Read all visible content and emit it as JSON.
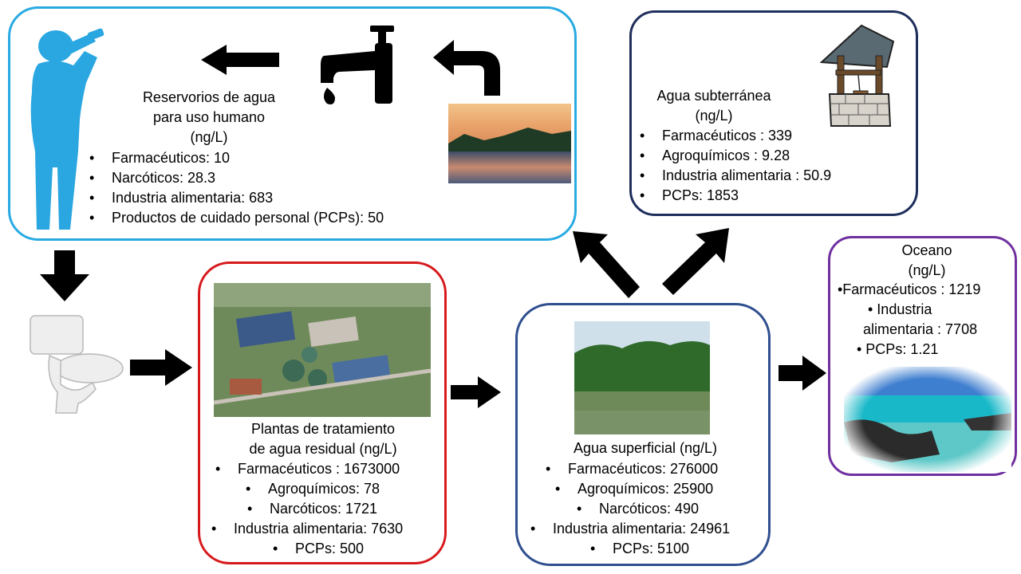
{
  "reservoirs": {
    "title_lines": [
      "Reservorios de agua",
      "para uso humano",
      "(ng/L)"
    ],
    "items": [
      "Farmacéuticos: 10",
      "Narcóticos: 28.3",
      "Industria alimentaria: 683",
      "Productos de cuidado personal (PCPs): 50"
    ]
  },
  "groundwater": {
    "title_lines": [
      "Agua subterránea",
      "(ng/L)"
    ],
    "items": [
      "Farmacéuticos : 339",
      "Agroquímicos  : 9.28",
      "Industria alimentaria : 50.9",
      "PCPs: 1853"
    ]
  },
  "treatment_plants": {
    "title_lines": [
      "Plantas de tratamiento",
      "de agua residual (ng/L)"
    ],
    "items": [
      "Farmacéuticos : 1673000",
      "Agroquímicos:  78",
      "Narcóticos: 1721",
      "Industria alimentaria: 7630",
      "PCPs: 500"
    ]
  },
  "surface_water": {
    "title_lines": [
      "Agua superficial (ng/L)"
    ],
    "items": [
      "Farmacéuticos: 276000",
      "Agroquímicos:  25900",
      "Narcóticos: 490",
      "Industria alimentaria: 24961",
      "PCPs: 5100"
    ]
  },
  "ocean": {
    "title_lines": [
      "Oceano",
      "(ng/L)"
    ],
    "lines": [
      "•Farmacéuticos : 1219",
      "•      Industria",
      "alimentaria : 7708",
      "•      PCPs: 1.21"
    ]
  },
  "colors": {
    "reservoirs_border": "#29ABE2",
    "groundwater_border": "#1F2F5C",
    "treatment_border": "#D7191C",
    "surface_border": "#2F4F8F",
    "ocean_border": "#7030A0",
    "person": "#2AA6E0"
  },
  "icons": [
    "person-drinking-icon",
    "faucet-icon",
    "lake-image",
    "well-icon",
    "toilet-icon",
    "treatment-plant-image",
    "forest-lake-image",
    "ocean-image"
  ]
}
